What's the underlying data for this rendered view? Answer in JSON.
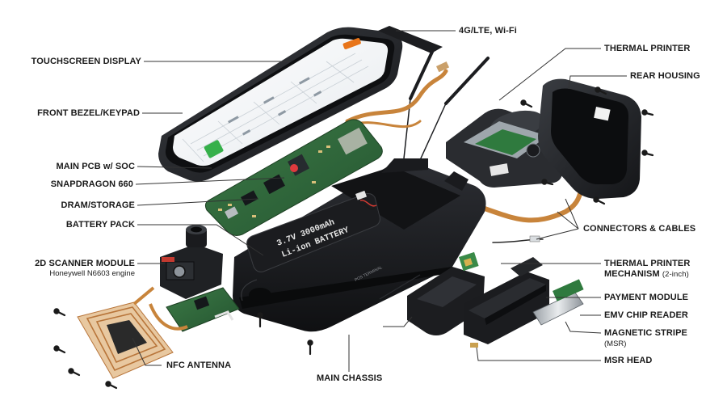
{
  "labels": {
    "touchscreen_display": "TOUCHSCREEN DISPLAY",
    "front_bezel_keypad": "FRONT BEZEL/KEYPAD",
    "main_pcb": "MAIN PCB w/ SOC",
    "snapdragon": "SNAPDRAGON 660",
    "dram_storage": "DRAM/STORAGE",
    "battery_pack": "BATTERY PACK",
    "scanner_module": "2D SCANNER MODULE",
    "scanner_engine": "Honeywell N6603 engine",
    "nfc_antenna": "NFC ANTENNA",
    "lte_wifi": "4G/LTE, Wi-Fi",
    "thermal_printer": "THERMAL PRINTER",
    "rear_housing": "REAR HOUSING",
    "connectors_cables": "CONNECTORS & CABLES",
    "printer_mechanism": "THERMAL PRINTER",
    "printer_mechanism_line2": "MECHANISM",
    "printer_mechanism_size": "(2-inch)",
    "payment_module": "PAYMENT MODULE",
    "emv_reader": "EMV CHIP READER",
    "magstripe": "MAGNETIC STRIPE",
    "magstripe_msr": "(MSR)",
    "msr_head": "MSR HEAD",
    "main_chassis": "MAIN CHASSIS"
  },
  "printed_text": {
    "battery_line1": "3.7V  3000mAh",
    "battery_line2": "Li-ion BATTERY",
    "chassis_brand": "POS TERMINAL"
  },
  "colors": {
    "leader_line": "#333333",
    "housing": "#1f2124",
    "pcb_green": "#2f6b3a",
    "flex_cable": "#c8843b",
    "nfc_coil": "#b8753a",
    "screen": "#f4f6f8",
    "accent_orange": "#e8751a",
    "accent_green": "#36b04a"
  }
}
